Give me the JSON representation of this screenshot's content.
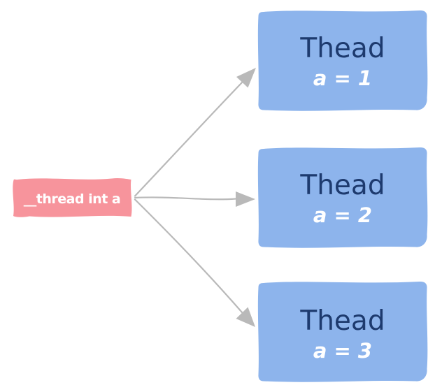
{
  "diagram": {
    "source": {
      "label": "__thread int a"
    },
    "threads": [
      {
        "title": "Thead",
        "value": "a = 1"
      },
      {
        "title": "Thead",
        "value": "a = 2"
      },
      {
        "title": "Thead",
        "value": "a = 3"
      }
    ],
    "colors": {
      "background": "#ffffff",
      "source_fill": "#f7949c",
      "source_text": "#ffffff",
      "thread_fill": "#8db4ec",
      "thread_title_text": "#1d3a6e",
      "thread_value_text": "#ffffff",
      "arrow": "#b9b9b9"
    }
  }
}
